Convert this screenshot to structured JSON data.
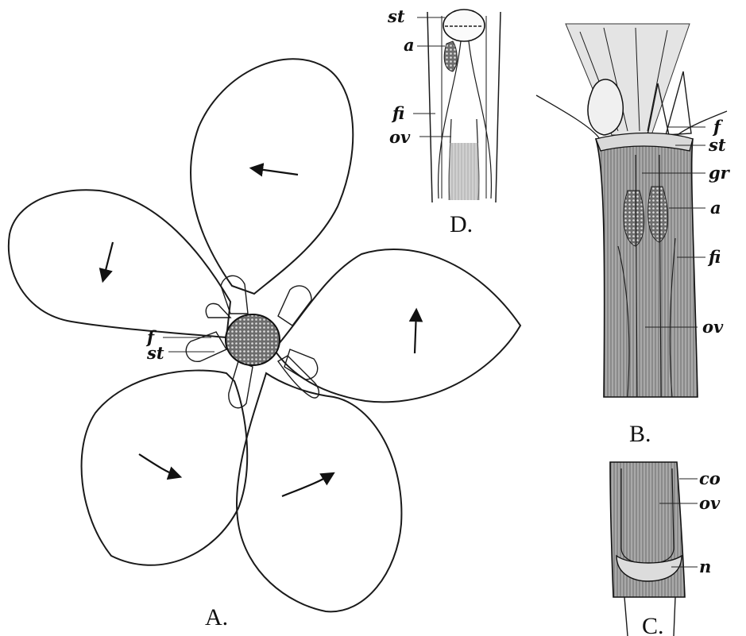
{
  "figure": {
    "panels": [
      {
        "id": "A",
        "caption": "A.",
        "labels": [
          "f",
          "st"
        ]
      },
      {
        "id": "B",
        "caption": "B.",
        "labels": [
          "f",
          "st",
          "gr",
          "a",
          "fi",
          "ov"
        ]
      },
      {
        "id": "C",
        "caption": "C.",
        "labels": [
          "co",
          "ov",
          "n"
        ]
      },
      {
        "id": "D",
        "caption": "D.",
        "labels": [
          "st",
          "a",
          "fi",
          "ov"
        ]
      }
    ]
  },
  "colors": {
    "ink": "#1a1a1a",
    "petal_fill": "#b9b9b9",
    "paper": "#ffffff"
  }
}
